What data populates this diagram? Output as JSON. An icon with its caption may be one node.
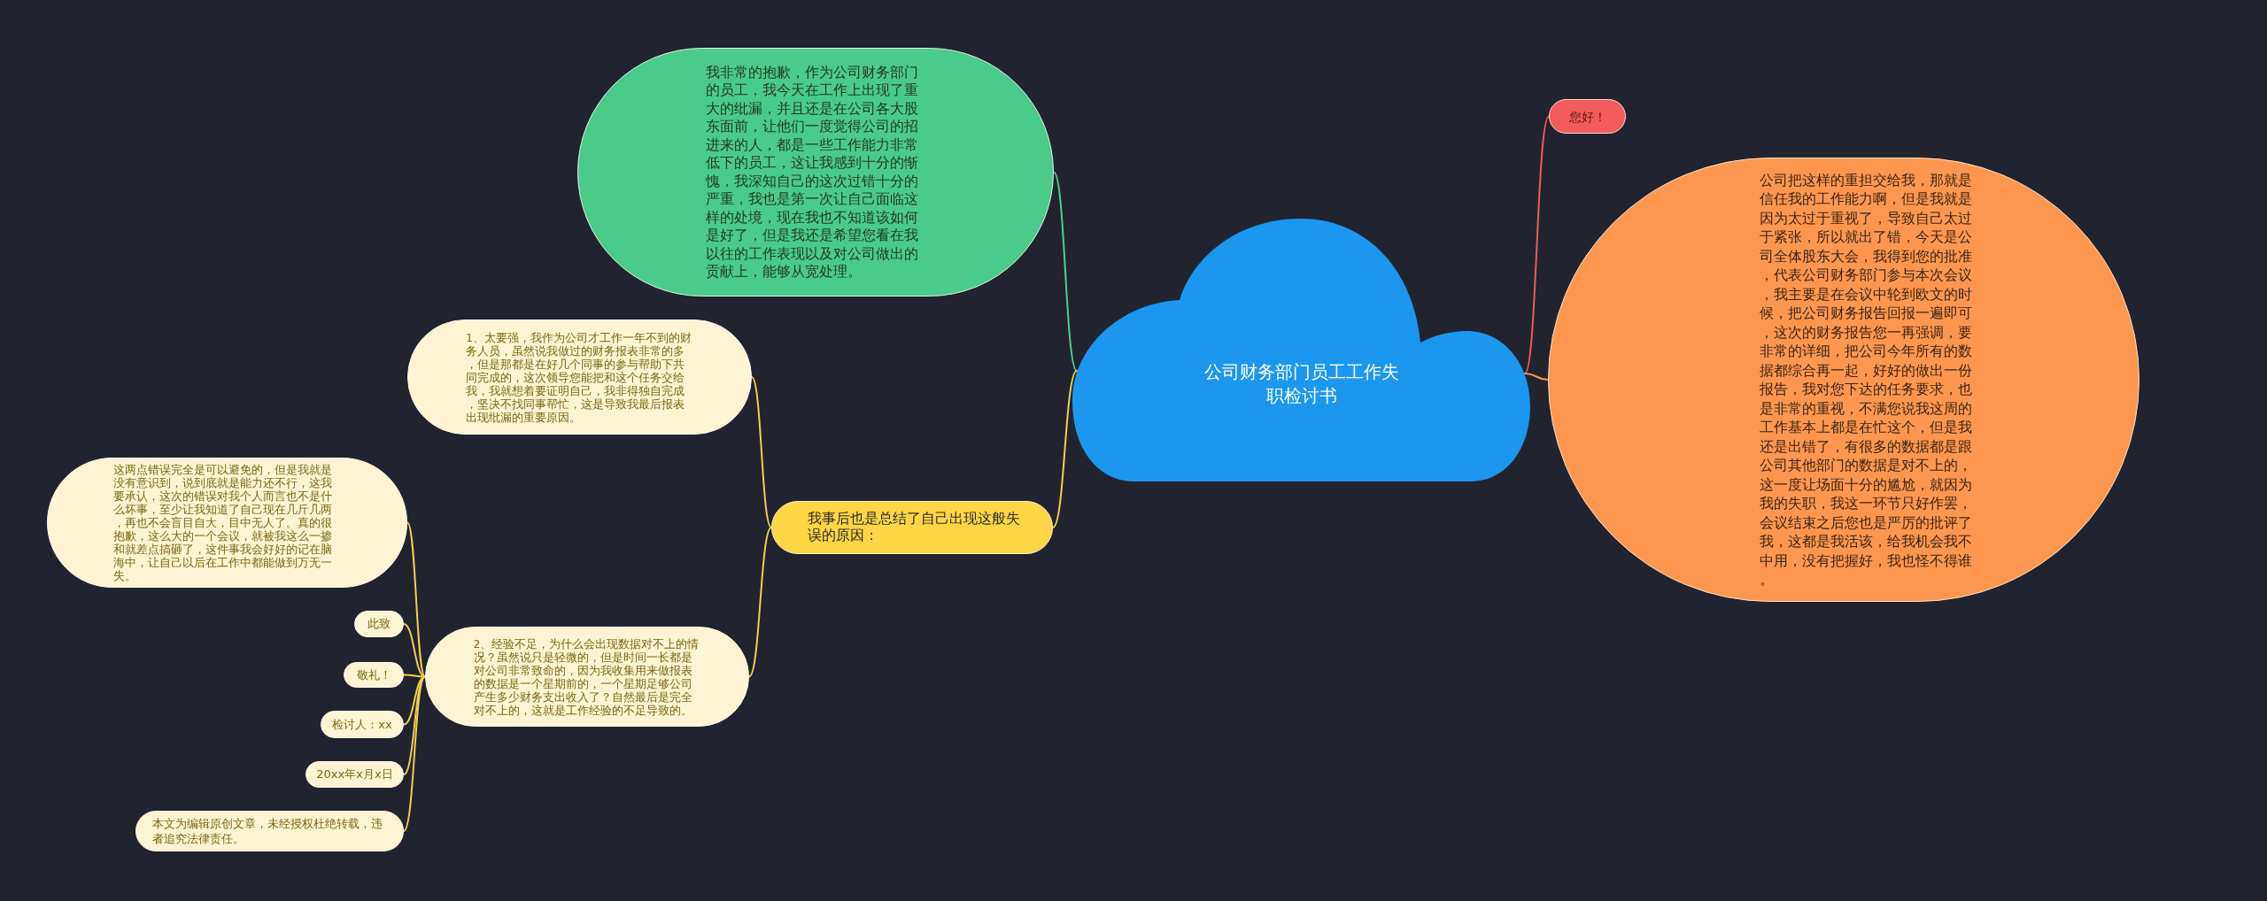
{
  "diagram": {
    "nodes": [
      {
        "text": [
          "公司财务部门员工工作失职检讨书"
        ]
      },
      {
        "text": [
          "我非常的抱歉，作为公司财务部门的员工，我今天在工作上出现了重大的纰漏，并且还是在公司各大股东面前，让他们一度觉得公司的招进来的人，都是一些工作能力非常低下的员工，这让我感到十分的惭愧，我深知自己的这次过错十分的严重，我也是第一次让自己面临这样的处境，现在我也不知道该如何是好了，但是我还是希望您看在我以往的工作表现以及对公司做出的贡献上，能够从宽处理。"
        ]
      },
      {
        "text": [
          "我事后也是总结了自己出现这般失误的原因："
        ]
      },
      {
        "text": [
          "1、太要强，我作为公司才工作一年不到的财务人员，虽然说我做过的财务报表非常的多，但是那都是在好几个同事的参与帮助下共同完成的，这次领导您能把和这个任务交给我，我就想着要证明自己，我非得独自完成，坚决不找同事帮忙，这是导致我最后报表出现纰漏的重要原因。"
        ]
      },
      {
        "text": [
          "2、经验不足，为什么会出现数据对不上的情况？虽然说只是轻微的，但是时间一长都是对公司非常致命的，因为我收集用来做报表的数据是一个星期前的，一个星期足够公司产生多少财务支出收入了？自然最后是完全对不上的，这就是工作经验的不足导致的。"
        ]
      },
      {
        "text": [
          "这两点错误完全是可以避免的，但是我就是没有意识到，说到底就是能力还不行，这我要承认，这次的错误对我个人而言也不是什么坏事，至少让我知道了自己现在几斤几两，再也不会盲目自大，目中无人了。真的很抱歉，这么大的一个会议，就被我这么一掺和就差点搞砸了，这件事我会好好的记在脑海中，让自己以后在工作中都能做到万无一失。"
        ]
      },
      {
        "text": [
          "此致"
        ]
      },
      {
        "text": [
          "敬礼！"
        ]
      },
      {
        "text": [
          "检讨人：xx"
        ]
      },
      {
        "text": [
          "20xx年x月x日"
        ]
      },
      {
        "text": [
          "本文为编辑原创文章，未经授权杜绝转载，违者追究法律责任。"
        ]
      },
      {
        "text": [
          "您好！"
        ]
      },
      {
        "text": [
          "公司把这样的重担交给我，那就是信任我的工作能力啊，但是我就是因为太过于重视了，导致自己太过于紧张，所以就出了错，今天是公司全体股东大会，我得到您的批准，代表公司财务部门参与本次会议，我主要是在会议中轮到欧文的时候，把公司财务报告回报一遍即可，这次的财务报告您一再强调，要非常的详细，把公司今年所有的数据都综合再一起，好好的做出一份报告，我对您下达的任务要求，也是非常的重视，不满您说我这周的工作基本上都是在忙这个，但是我还是出错了，有很多的数据都是跟公司其他部门的数据是对不上的，这一度让场面十分的尴尬，就因为我的失职，我这一环节只好作罢，会议结束之后您也是严厉的批评了我，这都是我活该，给我机会我不中用，没有把握好，我也怪不得谁。"
        ]
      }
    ],
    "edges": [
      {
        "from": 0,
        "to": 1,
        "arrow": "none",
        "color": "#4fcf8c"
      },
      {
        "from": 0,
        "to": 2,
        "arrow": "none"
      },
      {
        "from": 2,
        "to": 3,
        "arrow": "none"
      },
      {
        "from": 2,
        "to": 4,
        "arrow": "none"
      },
      {
        "from": 4,
        "to": 5,
        "arrow": "none"
      },
      {
        "from": 4,
        "to": 6,
        "arrow": "none"
      },
      {
        "from": 4,
        "to": 7,
        "arrow": "none"
      },
      {
        "from": 4,
        "to": 8,
        "arrow": "none"
      },
      {
        "from": 4,
        "to": 9,
        "arrow": "none"
      },
      {
        "from": 4,
        "to": 10,
        "arrow": "none"
      },
      {
        "from": 0,
        "to": 11,
        "arrow": "none",
        "color": "#ef5a5e"
      },
      {
        "from": 0,
        "to": 12,
        "arrow": "none",
        "color": "#f79a4f"
      }
    ]
  }
}
